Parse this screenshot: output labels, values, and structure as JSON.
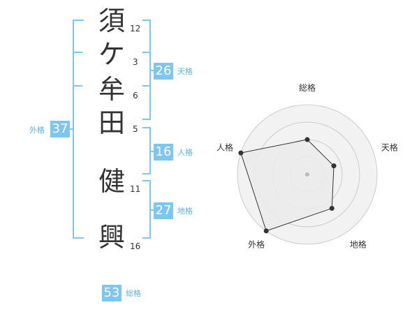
{
  "name_chars": [
    {
      "char": "須",
      "strokes": "12"
    },
    {
      "char": "ケ",
      "strokes": "3"
    },
    {
      "char": "牟",
      "strokes": "6"
    },
    {
      "char": "田",
      "strokes": "5"
    },
    {
      "char": "健",
      "strokes": "11"
    },
    {
      "char": "興",
      "strokes": "16"
    }
  ],
  "fortune": {
    "tenkaku": {
      "label": "天格",
      "value": "26"
    },
    "jinkaku": {
      "label": "人格",
      "value": "16"
    },
    "chikaku": {
      "label": "地格",
      "value": "27"
    },
    "gaikaku": {
      "label": "外格",
      "value": "37"
    },
    "soukaku": {
      "label": "総格",
      "value": "53"
    }
  },
  "chart_data": {
    "type": "radar",
    "axes": [
      "総格",
      "天格",
      "地格",
      "外格",
      "人格"
    ],
    "values": [
      0.5,
      0.4,
      0.6,
      1.0,
      1.0
    ],
    "rings": 4,
    "colors": {
      "accent": "#7cc6ef",
      "ring": "#cccccc",
      "fill": "#f2f2f2",
      "line": "#333333"
    }
  }
}
